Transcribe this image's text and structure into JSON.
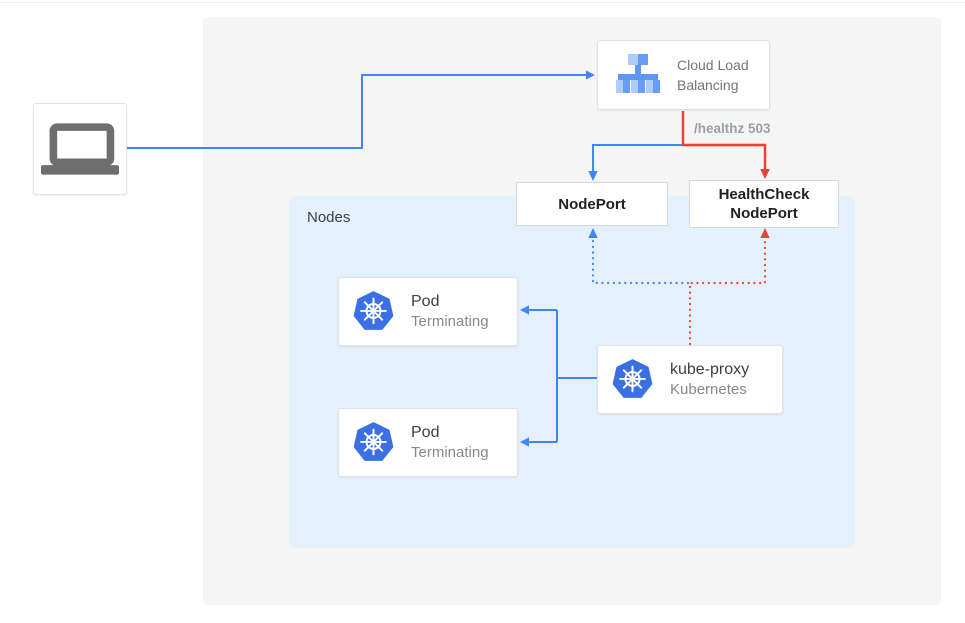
{
  "diagram": {
    "client": {
      "type": "laptop"
    },
    "cloud_load_balancing": {
      "label": "Cloud Load Balancing"
    },
    "health_check_edge_label": "/healthz 503",
    "nodeport": {
      "label": "NodePort"
    },
    "healthcheck_nodeport": {
      "label": "HealthCheck NodePort"
    },
    "nodes_group": {
      "label": "Nodes"
    },
    "pods": [
      {
        "title": "Pod",
        "status": "Terminating"
      },
      {
        "title": "Pod",
        "status": "Terminating"
      }
    ],
    "kube_proxy": {
      "title": "kube-proxy",
      "subtitle": "Kubernetes"
    }
  },
  "icons": {
    "client": "laptop-icon",
    "cloud_load_balancing": "cloud-load-balancing-icon",
    "pods": "kubernetes-icon",
    "kube_proxy": "kubernetes-icon"
  },
  "colors": {
    "edge_blue": "#4285F4",
    "edge_red": "#EA4335",
    "panel_background": "#F5F5F5",
    "nodes_background": "#E4F0FB",
    "kubernetes_blue": "#3B6FE4",
    "load_balancer_light_blue": "#AECBFA",
    "load_balancer_medium_blue": "#669DF6",
    "laptop_gray": "#6E6E6E",
    "text_dark": "#3C4043",
    "text_gray": "#85898D",
    "healthz_label_gray": "#9AA0A6"
  }
}
